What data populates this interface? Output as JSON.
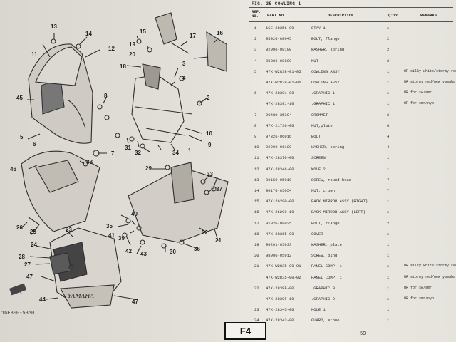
{
  "figure": {
    "title": "FIG. 35  COWLING 1",
    "code": "1GE300-5350",
    "section_tag": "F4",
    "page_number": "59"
  },
  "columns": {
    "ref": "REF. NO.",
    "part": "PART NO.",
    "desc": "DESCRIPTION",
    "qty": "Q'TY",
    "rem": "REMARKS"
  },
  "rows": [
    {
      "ref": "1",
      "part": "1GE-28356-00",
      "desc": "STAY 1",
      "qty": "1",
      "rem": ""
    },
    {
      "ref": "2",
      "part": "95026-08045",
      "desc": "BOLT, flange",
      "qty": "2",
      "rem": ""
    },
    {
      "ref": "3",
      "part": "92906-08100",
      "desc": "WASHER, spring",
      "qty": "2",
      "rem": ""
    },
    {
      "ref": "4",
      "part": "95306-08800",
      "desc": "NUT",
      "qty": "2",
      "rem": ""
    },
    {
      "ref": "5",
      "part": "47X-W2838-01-05",
      "desc": "COWLING ASSY",
      "qty": "1",
      "rem": "UR silky white/stormy red"
    },
    {
      "ref": "",
      "part": "47X-W2838-01-06",
      "desc": "COWLING ASSY",
      "qty": "1",
      "rem": "UR stormy red/new yamaha black"
    },
    {
      "ref": "6",
      "part": "47X-28391-00",
      "desc": ".GRAPHIC 1",
      "qty": "1",
      "rem": "UR for sw/smr"
    },
    {
      "ref": "",
      "part": "47X-28391-10",
      "desc": ".GRAPHIC 1",
      "qty": "1",
      "rem": "UR for smr/nyb"
    },
    {
      "ref": "7",
      "part": "90480-35394",
      "desc": "GROMMET",
      "qty": "2",
      "rem": ""
    },
    {
      "ref": "8",
      "part": "47X-21736-00",
      "desc": "NUT,plate",
      "qty": "6",
      "rem": ""
    },
    {
      "ref": "9",
      "part": "97326-06016",
      "desc": "BOLT",
      "qty": "4",
      "rem": ""
    },
    {
      "ref": "10",
      "part": "92990-06100",
      "desc": "WASHER, spring",
      "qty": "4",
      "rem": ""
    },
    {
      "ref": "11",
      "part": "47X-28370-00",
      "desc": "SCREEN",
      "qty": "1",
      "rem": ""
    },
    {
      "ref": "12",
      "part": "47X-28346-00",
      "desc": "MOLE 2",
      "qty": "1",
      "rem": ""
    },
    {
      "ref": "13",
      "part": "90150-05019",
      "desc": "SCREW, round head",
      "qty": "7",
      "rem": ""
    },
    {
      "ref": "14",
      "part": "90176-05054",
      "desc": "NUT, crown",
      "qty": "7",
      "rem": ""
    },
    {
      "ref": "15",
      "part": "47X-26290-00",
      "desc": "BACK MIRROR ASSY (RIGHT)",
      "qty": "1",
      "rem": ""
    },
    {
      "ref": "16",
      "part": "47X-26290-10",
      "desc": "BACK MIRROR ASSY (LEFT)",
      "qty": "1",
      "rem": ""
    },
    {
      "ref": "17",
      "part": "91026-08025",
      "desc": "BOLT, flange",
      "qty": "2",
      "rem": ""
    },
    {
      "ref": "18",
      "part": "47X-28365-00",
      "desc": "COVER",
      "qty": "1",
      "rem": ""
    },
    {
      "ref": "19",
      "part": "90201-05033",
      "desc": "WASHER, plate",
      "qty": "1",
      "rem": ""
    },
    {
      "ref": "20",
      "part": "98906-05012",
      "desc": "SCREW, bind",
      "qty": "1",
      "rem": ""
    },
    {
      "ref": "21",
      "part": "47X-W2835-00-01",
      "desc": "PANEL COMP. 1",
      "qty": "1",
      "rem": "UR silky white/stormy red"
    },
    {
      "ref": "",
      "part": "47X-W2835-00-02",
      "desc": "PANEL COMP. 1",
      "qty": "1",
      "rem": "UR stormy red/new yamaha black"
    },
    {
      "ref": "22",
      "part": "47X-2839F-00",
      "desc": ".GRAPHIC 9",
      "qty": "1",
      "rem": "UR for sw/smr"
    },
    {
      "ref": "",
      "part": "47X-2839F-10",
      "desc": ".GRAPHIC 9",
      "qty": "1",
      "rem": "UR for smr/nyb"
    },
    {
      "ref": "23",
      "part": "47X-28345-00",
      "desc": "MOLE 1",
      "qty": "1",
      "rem": ""
    },
    {
      "ref": "24",
      "part": "47X-28343-00",
      "desc": "GUARD, stone",
      "qty": "1",
      "rem": ""
    }
  ],
  "callouts": [
    "13",
    "14",
    "15",
    "16",
    "17",
    "19",
    "20",
    "18",
    "11",
    "12",
    "45",
    "5",
    "6",
    "2",
    "3",
    "4",
    "8",
    "7",
    "9",
    "10",
    "31",
    "32",
    "34",
    "1",
    "46",
    "38",
    "29",
    "33",
    "35",
    "37",
    "40",
    "36",
    "39",
    "41",
    "42",
    "43",
    "30",
    "21",
    "22",
    "25",
    "26",
    "23",
    "24",
    "28",
    "27",
    "47",
    "44",
    "47"
  ]
}
